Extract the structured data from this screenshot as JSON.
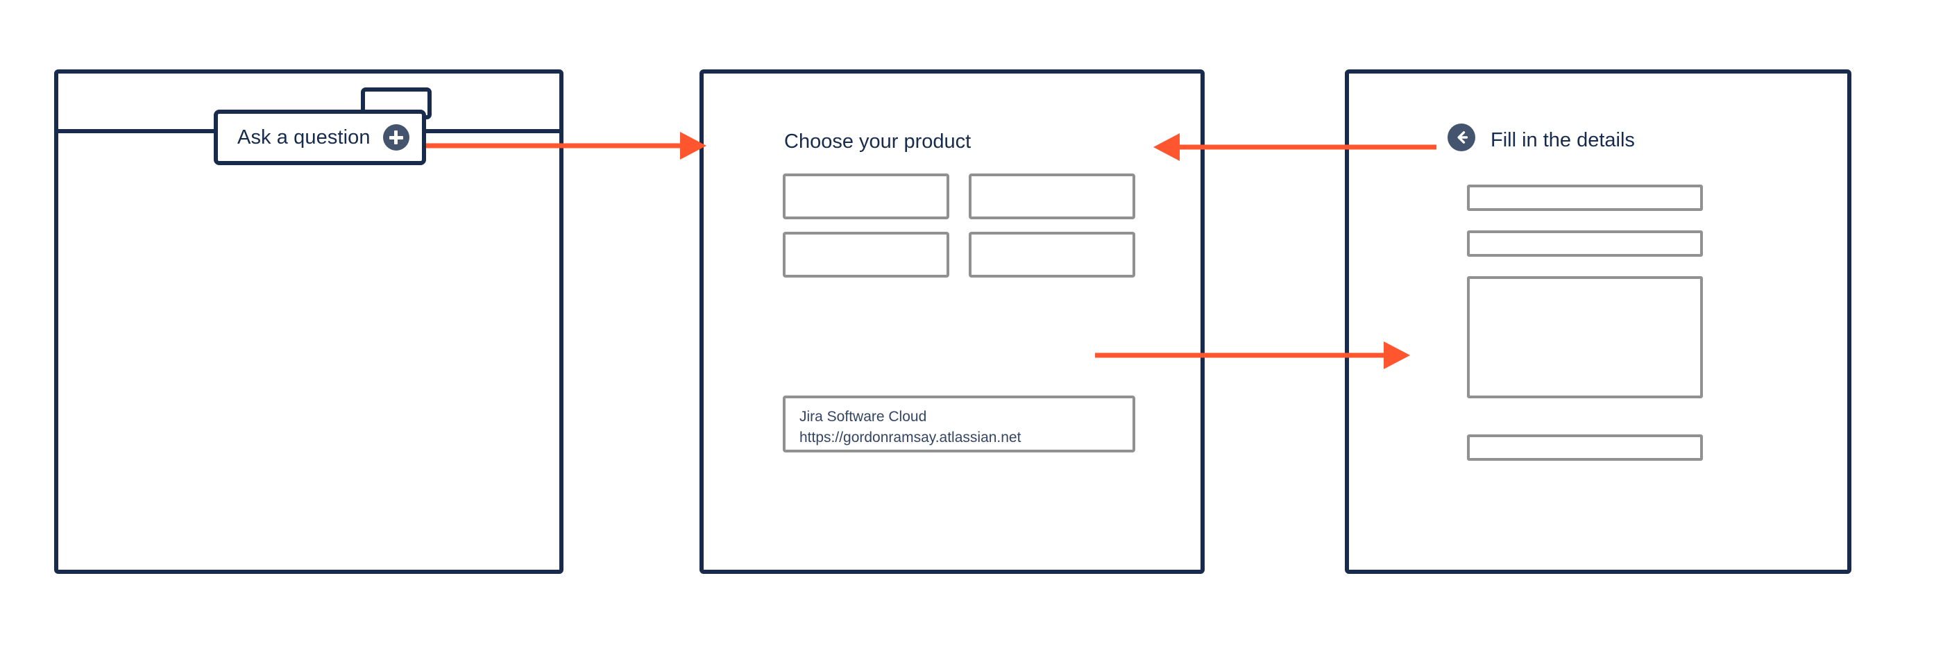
{
  "meta": {
    "accent_color": "#ff5630",
    "frame_color": "#192b4d",
    "field_border_color": "#919191",
    "icon_circle_color": "#44546f",
    "text_color": "#172b4d"
  },
  "left_panel": {
    "name": "browser-window-mock",
    "toolbar": {
      "pill_label": ""
    },
    "callout": {
      "label": "Ask a question",
      "icon": "plus-circle-icon"
    }
  },
  "middle_panel": {
    "heading": "Choose your product",
    "product_cards": [
      {
        "label": ""
      },
      {
        "label": ""
      },
      {
        "label": ""
      },
      {
        "label": ""
      }
    ],
    "site_card": {
      "product_name": "Jira Software Cloud",
      "site_url": "https://gordonramsay.atlassian.net"
    }
  },
  "right_panel": {
    "back_icon": "arrow-left-circle-icon",
    "heading": "Fill in the details",
    "fields": [
      {
        "name": "input-1",
        "type": "text",
        "value": ""
      },
      {
        "name": "input-2",
        "type": "text",
        "value": ""
      },
      {
        "name": "textarea-1",
        "type": "textarea",
        "value": ""
      },
      {
        "name": "input-3",
        "type": "text",
        "value": ""
      }
    ]
  },
  "arrows": [
    {
      "name": "arrow-left-to-middle",
      "direction": "right",
      "color": "#ff5630"
    },
    {
      "name": "arrow-right-to-middle",
      "direction": "left",
      "color": "#ff5630"
    },
    {
      "name": "arrow-middle-to-right",
      "direction": "right",
      "color": "#ff5630"
    }
  ]
}
